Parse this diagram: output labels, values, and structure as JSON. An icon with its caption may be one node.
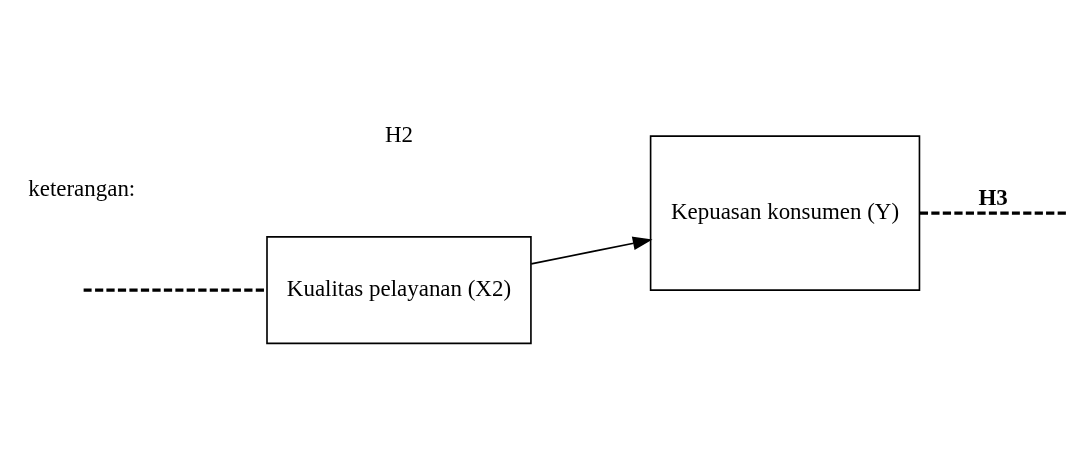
{
  "diagram": {
    "nodes": [
      {
        "text": [
          "Kualitas pelayanan (X2)"
        ]
      },
      {
        "text": [
          "Kepuasan konsumen (Y)"
        ]
      }
    ],
    "edges": [
      {
        "from": 0,
        "to": 1,
        "arrow": "to"
      },
      {
        "from": null,
        "to": 0,
        "arrow": "none",
        "style": "dashed"
      },
      {
        "from": 1,
        "to": null,
        "arrow": "none",
        "style": "dashed",
        "label": "H3"
      }
    ],
    "labels": [
      "H2",
      "keterangan:"
    ]
  }
}
